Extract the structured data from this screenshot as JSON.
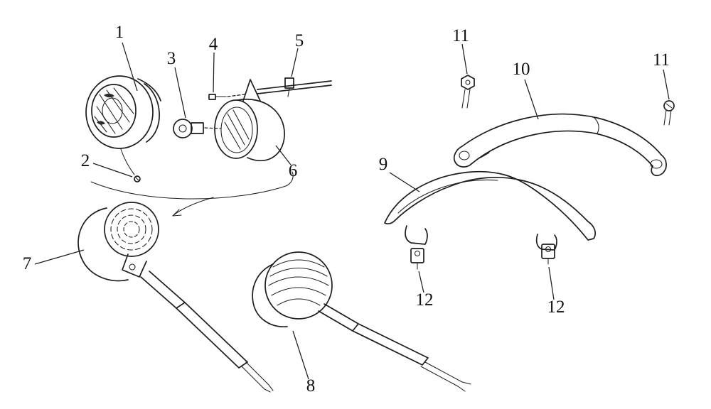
{
  "figure": {
    "type": "exploded-parts-diagram",
    "background_color": "#ffffff",
    "ink_color": "#1d1d1d"
  },
  "labels": [
    {
      "part": "headlight-rim",
      "text": "1"
    },
    {
      "part": "small-screw",
      "text": "2"
    },
    {
      "part": "bulb-socket",
      "text": "3"
    },
    {
      "part": "screw",
      "text": "4"
    },
    {
      "part": "nut",
      "text": "5"
    },
    {
      "part": "headlight-shell",
      "text": "6"
    },
    {
      "part": "headlamp-assembly-left",
      "text": "7"
    },
    {
      "part": "headlamp-assembly-right",
      "text": "8"
    },
    {
      "part": "front-fender",
      "text": "9"
    },
    {
      "part": "fender-brace",
      "text": "10"
    },
    {
      "part": "bolt-left",
      "text": "11"
    },
    {
      "part": "bolt-right",
      "text": "11"
    },
    {
      "part": "clamp-left",
      "text": "12"
    },
    {
      "part": "clamp-right",
      "text": "12"
    }
  ]
}
